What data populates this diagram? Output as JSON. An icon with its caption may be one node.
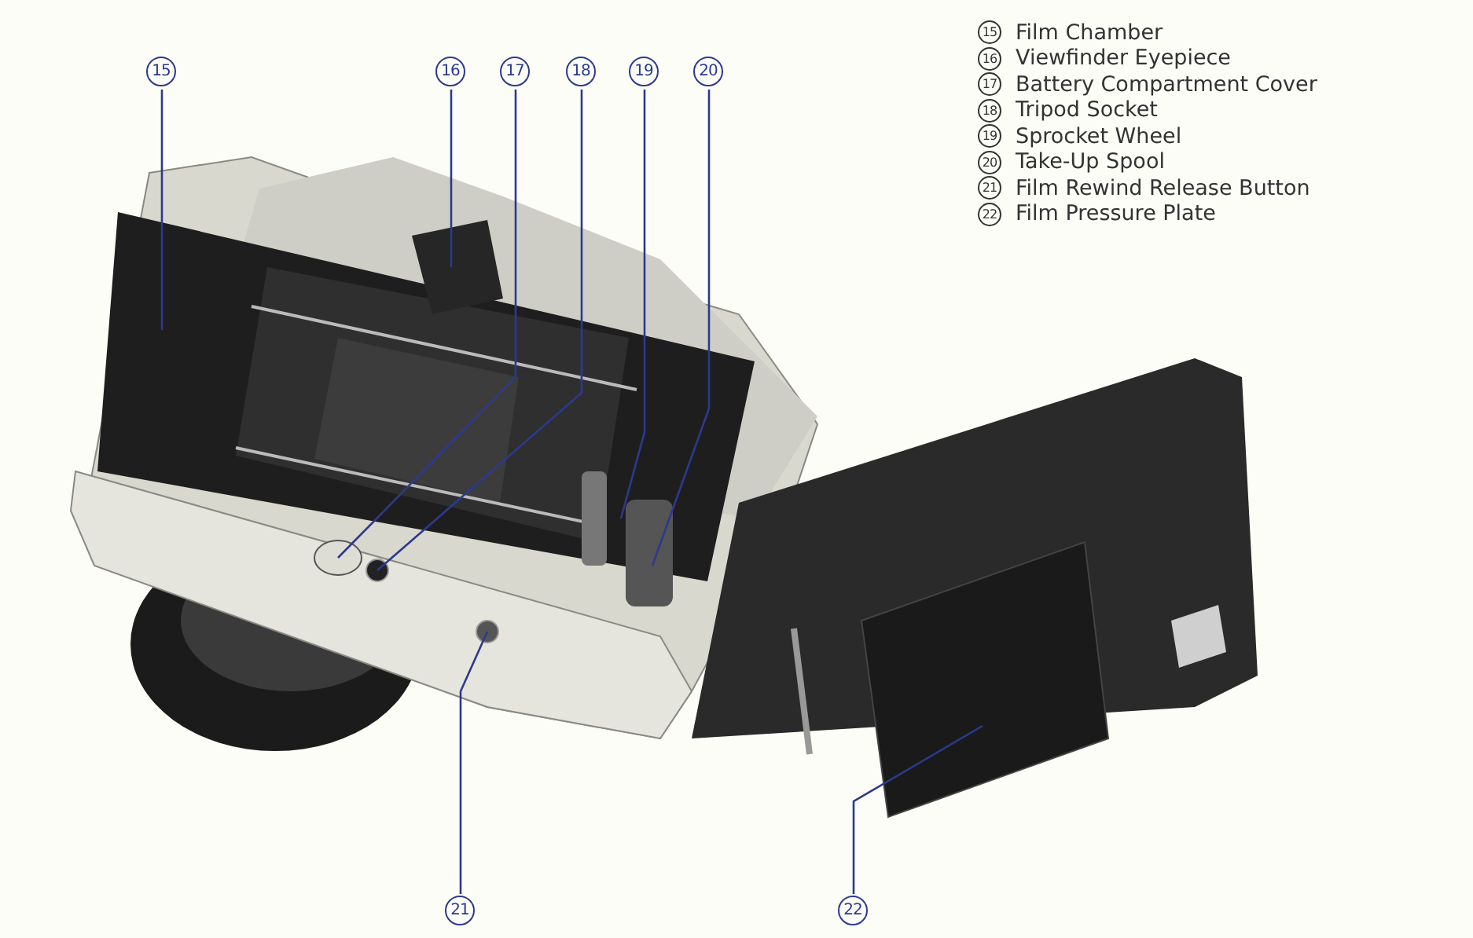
{
  "diagram": {
    "nodes": [
      {
        "text": [
          "15"
        ]
      },
      {
        "text": [
          "16"
        ]
      },
      {
        "text": [
          "17"
        ]
      },
      {
        "text": [
          "18"
        ]
      },
      {
        "text": [
          "19"
        ]
      },
      {
        "text": [
          "20"
        ]
      },
      {
        "text": [
          "21"
        ]
      },
      {
        "text": [
          "22"
        ]
      }
    ],
    "edges": [
      {
        "from": 0,
        "to": null,
        "arrow": "none"
      },
      {
        "from": 1,
        "to": null,
        "arrow": "none"
      },
      {
        "from": 2,
        "to": null,
        "arrow": "none"
      },
      {
        "from": 3,
        "to": null,
        "arrow": "none"
      },
      {
        "from": 4,
        "to": null,
        "arrow": "none"
      },
      {
        "from": 5,
        "to": null,
        "arrow": "none"
      },
      {
        "from": 6,
        "to": null,
        "arrow": "none"
      },
      {
        "from": 7,
        "to": null,
        "arrow": "none"
      }
    ],
    "labels": [
      "15",
      "Film Chamber",
      "16",
      "Viewfinder Eyepiece",
      "17",
      "Battery Compartment Cover",
      "18",
      "Tripod Socket",
      "19",
      "Sprocket Wheel",
      "20",
      "Take-Up Spool",
      "21",
      "Film Rewind Release Button",
      "22",
      "Film Pressure Plate"
    ]
  }
}
